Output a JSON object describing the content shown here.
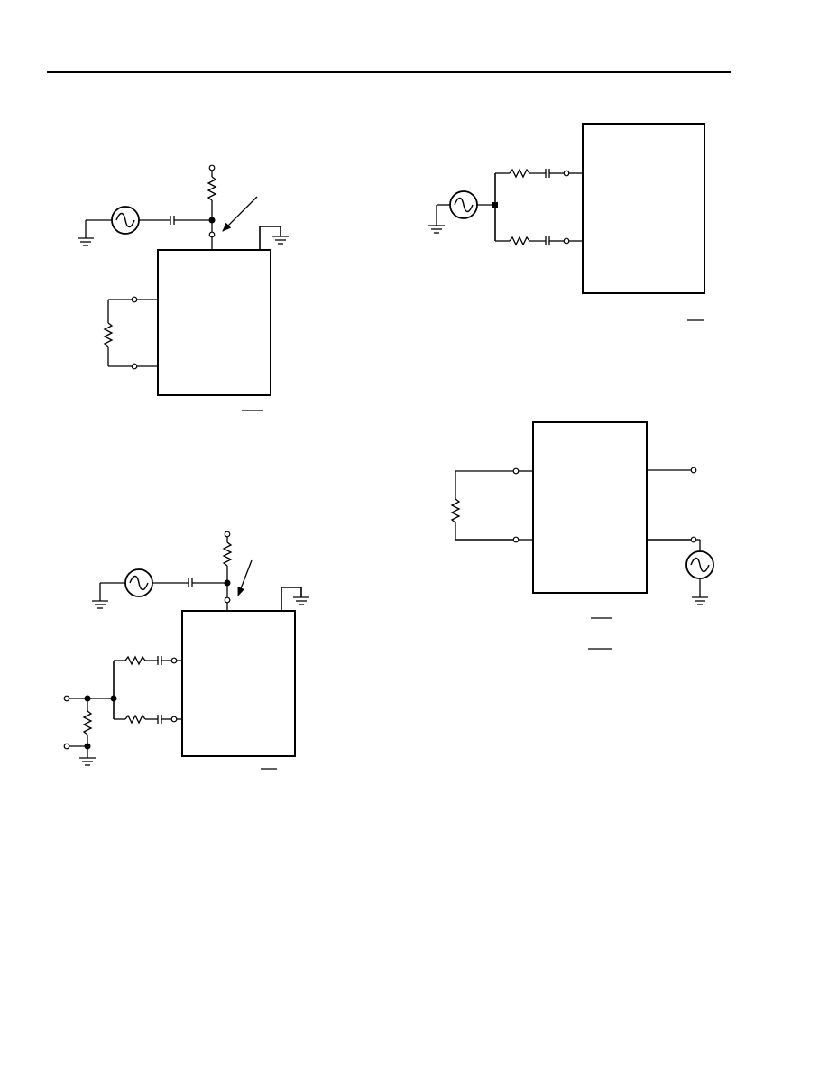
{
  "page": {
    "background": "#ffffff",
    "ink": "#000000"
  },
  "figures": [
    {
      "id": "fig-top-left",
      "components": [
        "ac-source",
        "capacitor",
        "pull-up-resistor",
        "test-point-arrow",
        "device-box",
        "load-resistor",
        "ground"
      ]
    },
    {
      "id": "fig-top-right",
      "components": [
        "ac-source",
        "two-rc-branches",
        "device-box",
        "ground"
      ]
    },
    {
      "id": "fig-bottom-left",
      "components": [
        "ac-source",
        "capacitor",
        "pull-up-resistor",
        "test-point-arrow",
        "device-box",
        "two-rc-branches",
        "input-resistor",
        "ground"
      ]
    },
    {
      "id": "fig-bottom-right",
      "components": [
        "device-box",
        "input-resistor",
        "ac-source",
        "output-terminal",
        "ground"
      ]
    }
  ]
}
